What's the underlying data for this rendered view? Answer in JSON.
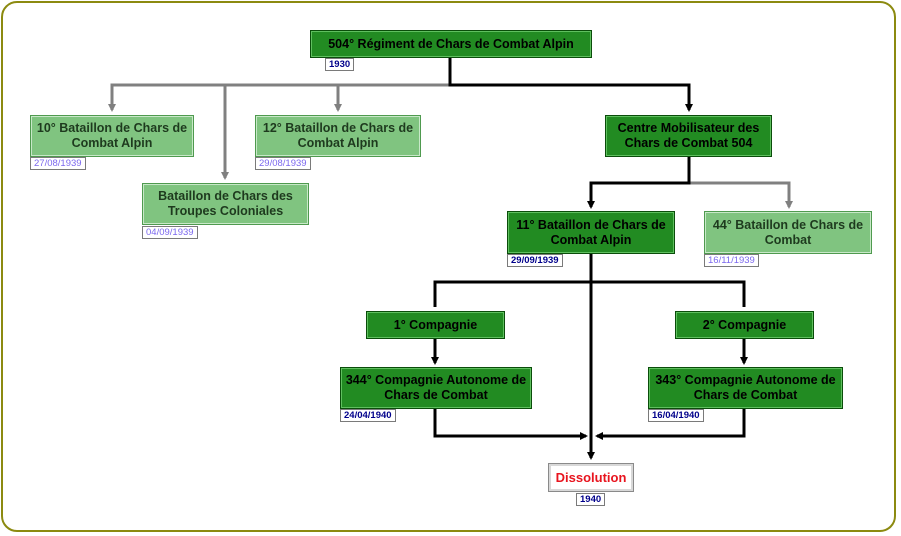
{
  "colors": {
    "frame": "#8c8a10",
    "active_unit": "#228b22",
    "inactive_unit": "#80c480",
    "dissolution_text": "#e8141e",
    "active_line": "#000000",
    "inactive_line": "#808080"
  },
  "nodes": {
    "rcca504": {
      "label": "504° Régiment de Chars de Combat Alpin",
      "date": "1930"
    },
    "bcca10": {
      "label": "10° Bataillon de Chars de Combat Alpin",
      "date": "27/08/1939"
    },
    "bcca12": {
      "label": "12° Bataillon de Chars de Combat Alpin",
      "date": "29/08/1939"
    },
    "bctc": {
      "label": "Bataillon de Chars des Troupes Coloniales",
      "date": "04/09/1939"
    },
    "cmcc504": {
      "label": "Centre Mobilisateur des Chars de Combat 504"
    },
    "bcca11": {
      "label": "11° Bataillon de Chars de Combat Alpin",
      "date": "29/09/1939"
    },
    "bcc44": {
      "label": "44° Bataillon de Chars de Combat",
      "date": "16/11/1939"
    },
    "cie1": {
      "label": "1° Compagnie"
    },
    "cie2": {
      "label": "2° Compagnie"
    },
    "cacc344": {
      "label": "344° Compagnie Autonome de Chars de Combat",
      "date": "24/04/1940"
    },
    "cacc343": {
      "label": "343° Compagnie Autonome de Chars de Combat",
      "date": "16/04/1940"
    },
    "dissolution": {
      "label": "Dissolution",
      "date": "1940"
    }
  }
}
